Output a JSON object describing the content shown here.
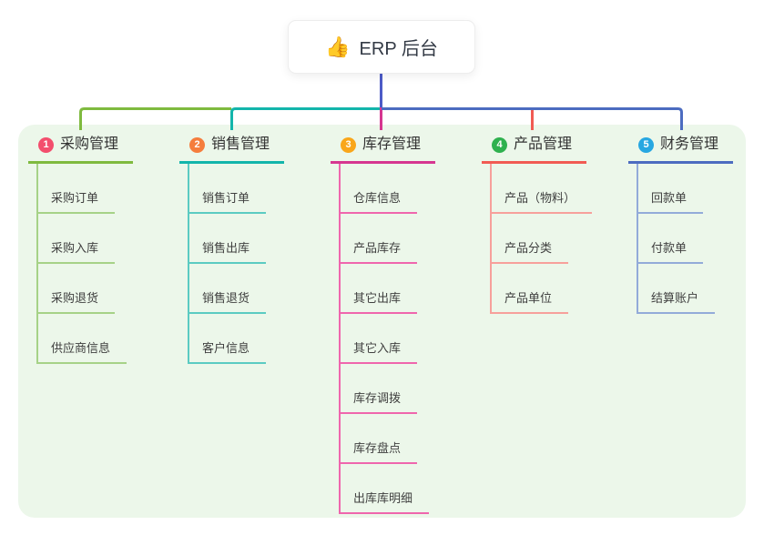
{
  "root": {
    "icon": "👍",
    "label": "ERP 后台",
    "connector_color": "#4d5bc7"
  },
  "panel": {
    "bg_color": "#ecf7ea"
  },
  "branches": [
    {
      "num": "1",
      "label": "采购管理",
      "badge_color": "#f34e6d",
      "line_color": "#7fba3f",
      "child_line_color": "#a6d287",
      "children": [
        "采购订单",
        "采购入库",
        "采购退货",
        "供应商信息"
      ]
    },
    {
      "num": "2",
      "label": "销售管理",
      "badge_color": "#f57d3d",
      "line_color": "#13b5ab",
      "child_line_color": "#5bcbc2",
      "children": [
        "销售订单",
        "销售出库",
        "销售退货",
        "客户信息"
      ]
    },
    {
      "num": "3",
      "label": "库存管理",
      "badge_color": "#f9a61a",
      "line_color": "#d63690",
      "child_line_color": "#ef66ad",
      "children": [
        "仓库信息",
        "产品库存",
        "其它出库",
        "其它入库",
        "库存调拨",
        "库存盘点",
        "出库库明细"
      ]
    },
    {
      "num": "4",
      "label": "产品管理",
      "badge_color": "#2fb14f",
      "line_color": "#f15b53",
      "child_line_color": "#f7a09b",
      "children": [
        "产品（物料）",
        "产品分类",
        "产品单位"
      ]
    },
    {
      "num": "5",
      "label": "财务管理",
      "badge_color": "#27a7e1",
      "line_color": "#4c6cc0",
      "child_line_color": "#93abd9",
      "children": [
        "回款单",
        "付款单",
        "结算账户"
      ]
    }
  ]
}
